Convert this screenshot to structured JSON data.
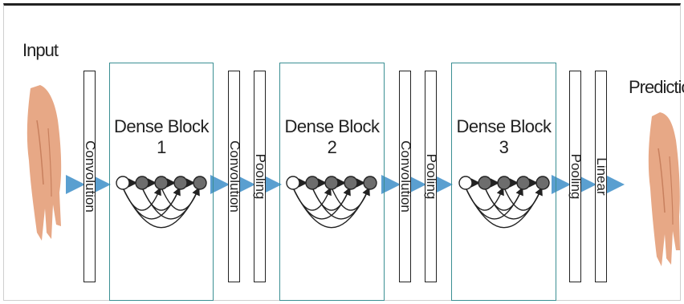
{
  "input_label": "Input",
  "prediction_label": "Prediction",
  "blocks": [
    {
      "title": "Dense Block 1"
    },
    {
      "title": "Dense Block 2"
    },
    {
      "title": "Dense Block 3"
    }
  ],
  "layers": {
    "conv1": "Convolution",
    "conv2": "Convolution",
    "pool2": "Pooling",
    "conv3": "Convolution",
    "pool3": "Pooling",
    "pool4": "Pooling",
    "linear": "Linear"
  },
  "colors": {
    "arrow": "#5a9fd0",
    "block_border": "#3b8f93",
    "node_fill": "#6d6d6d",
    "first_node_fill": "#ffffff",
    "skin": "#e7a886"
  }
}
